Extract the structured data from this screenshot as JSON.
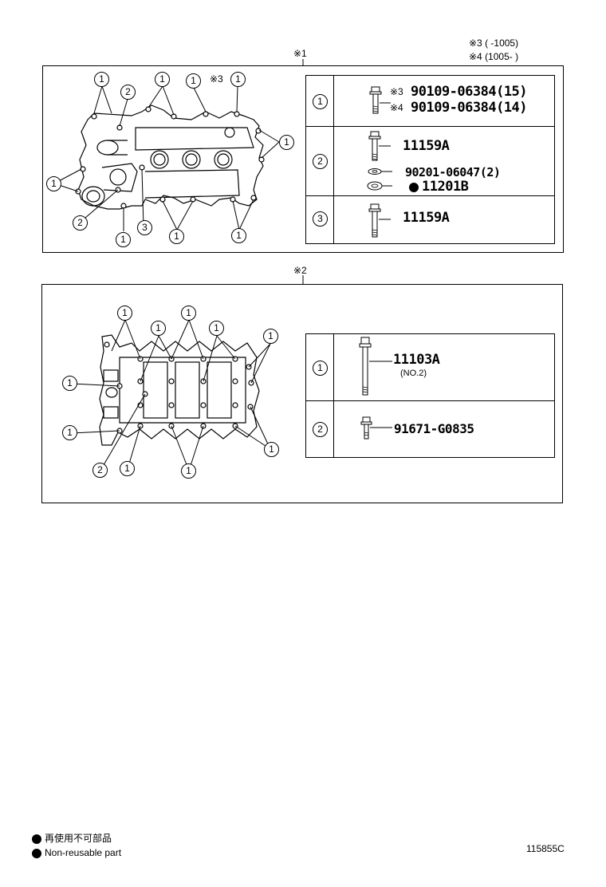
{
  "header_notes": {
    "note3": "※3 (      -1005)",
    "note4": "※4 (1005-       )"
  },
  "panel1": {
    "label": "※1",
    "diagram_marker": "※3",
    "table": [
      {
        "index": "1",
        "parts": [
          {
            "prefix": "※3",
            "number": "90109-06384(15)"
          },
          {
            "prefix": "※4",
            "number": "90109-06384(14)"
          }
        ]
      },
      {
        "index": "2",
        "parts": [
          {
            "number": "11159A"
          },
          {
            "number": "90201-06047(2)"
          },
          {
            "number": "11201B",
            "non_reusable": true
          }
        ]
      },
      {
        "index": "3",
        "parts": [
          {
            "number": "11159A"
          }
        ]
      }
    ]
  },
  "panel2": {
    "label": "※2",
    "table": [
      {
        "index": "1",
        "parts": [
          {
            "number": "11103A",
            "sub": "(NO.2)"
          }
        ]
      },
      {
        "index": "2",
        "parts": [
          {
            "number": "91671-G0835"
          }
        ]
      }
    ]
  },
  "legend": {
    "jp": "再使用不可部品",
    "en": "Non-reusable part"
  },
  "ref_code": "115855C"
}
